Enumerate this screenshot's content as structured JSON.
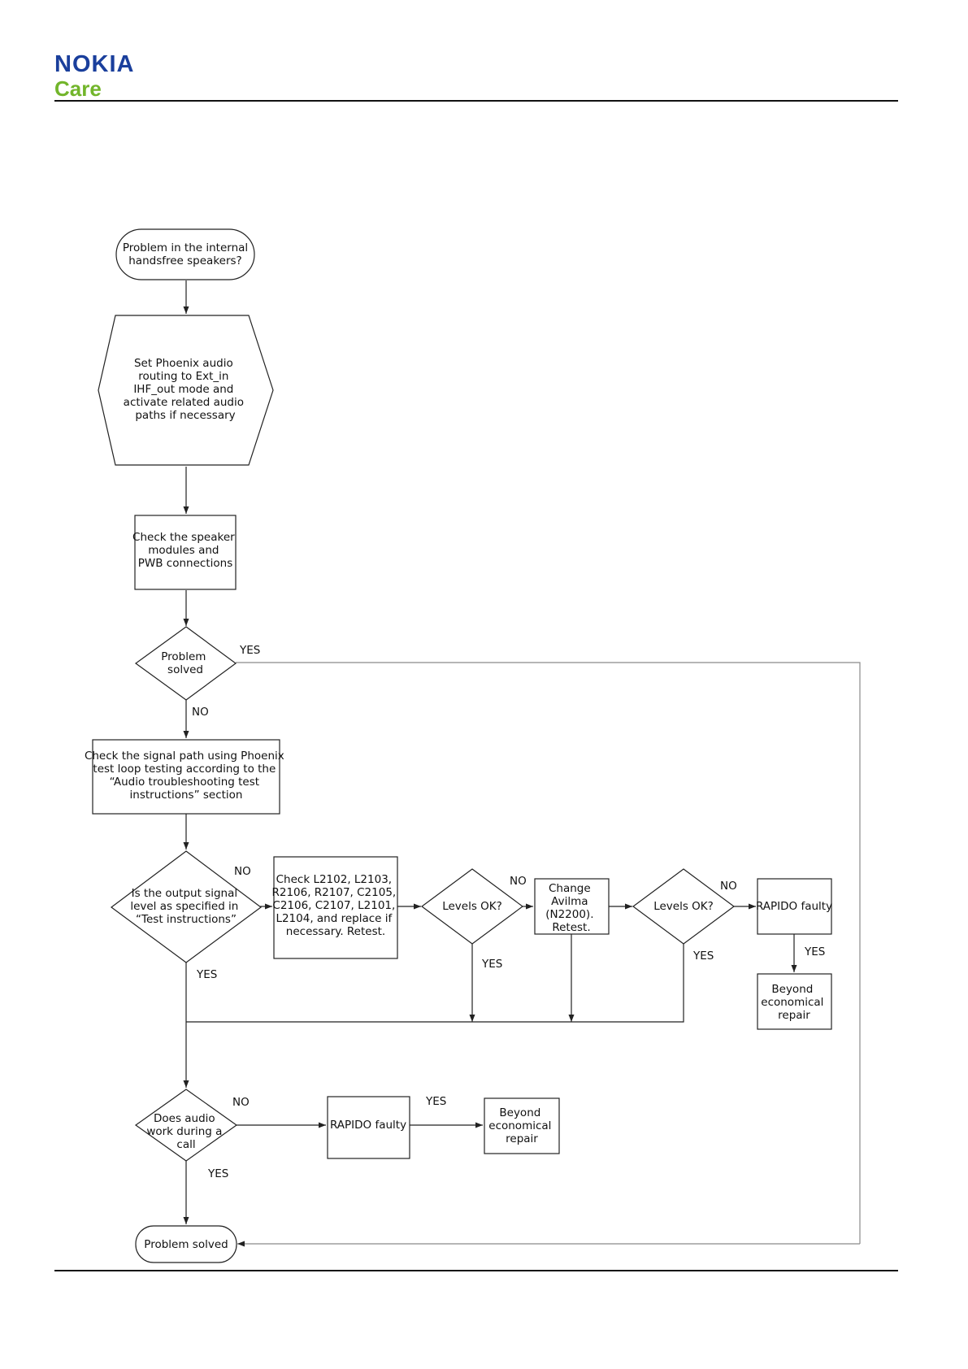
{
  "header": {
    "brand": "NOKIA",
    "sub_brand": "Care"
  },
  "flowchart": {
    "start": [
      "Problem in the internal",
      "handsfree speakers?"
    ],
    "set_routing": [
      "Set Phoenix audio",
      "routing to Ext_in",
      "IHF_out mode and",
      "activate related audio",
      "paths if necessary"
    ],
    "check_speaker": [
      "Check the speaker",
      "modules and",
      "PWB connections"
    ],
    "problem_solved_q": [
      "Problem",
      "solved"
    ],
    "check_signal_path": [
      "Check the signal path using Phoenix",
      "test loop testing according to the",
      "“Audio troubleshooting test",
      "instructions” section"
    ],
    "output_level_q": [
      "Is the output signal",
      "level as specified in",
      "“Test instructions”"
    ],
    "check_components": [
      "Check L2102, L2103,",
      "R2106, R2107, C2105,",
      "C2106, C2107, L2101,",
      "L2104, and replace if",
      "necessary. Retest."
    ],
    "levels_ok_1": "Levels OK?",
    "change_avilma": [
      "Change",
      "Avilma",
      "(N2200).",
      "Retest."
    ],
    "levels_ok_2": "Levels OK?",
    "rapido_faulty_1": "RAPIDO faulty",
    "beyond_repair_1": [
      "Beyond",
      "economical",
      "repair"
    ],
    "audio_call_q": [
      "Does audio",
      "work during a",
      "call"
    ],
    "rapido_faulty_2": "RAPIDO faulty",
    "beyond_repair_2": [
      "Beyond",
      "economical",
      "repair"
    ],
    "end": "Problem solved",
    "edge_labels": {
      "solved_yes": "YES",
      "solved_no": "NO",
      "output_no": "NO",
      "output_yes": "YES",
      "levels1_no": "NO",
      "levels1_yes": "YES",
      "levels2_no": "NO",
      "levels2_yes": "YES",
      "rapido1_yes": "YES",
      "call_no": "NO",
      "rapido2_yes": "YES",
      "call_yes": "YES"
    }
  }
}
